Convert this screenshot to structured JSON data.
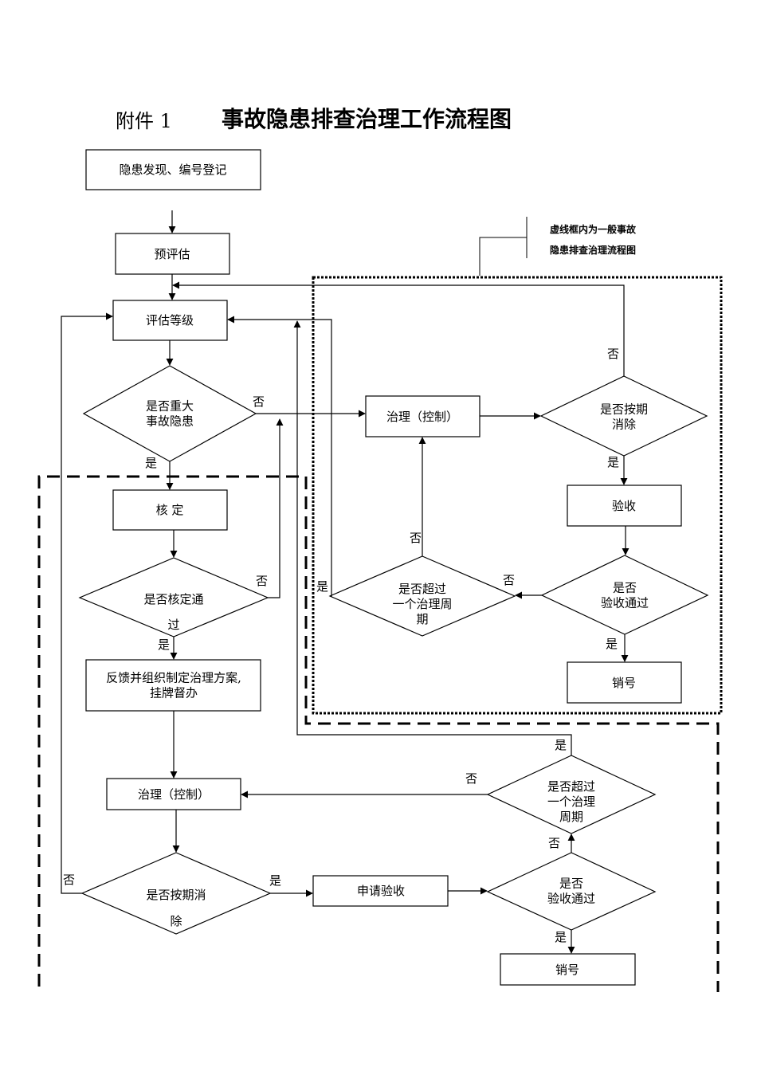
{
  "header": {
    "attachment": "附件 1",
    "title": "事故隐患排查治理工作流程图"
  },
  "note": {
    "line1": "虚线框内为一般事故",
    "line2": "隐患排查治理流程图"
  },
  "nodes": {
    "discover": [
      "隐患发现、编号登记"
    ],
    "pre_assess": [
      "预评估"
    ],
    "assess_level": [
      "评估等级"
    ],
    "is_major": [
      "是否重大",
      "事故隐患"
    ],
    "verify": [
      "核 定"
    ],
    "verify_pass": [
      "是否核定通"
    ],
    "verify_pass_tail": "过",
    "feedback": [
      "反馈并组织制定治理方案,",
      "挂牌督办"
    ],
    "govern_major": [
      "治理（控制）"
    ],
    "on_time_major": [
      "是否按期消"
    ],
    "on_time_major_tail": "除",
    "apply_accept": [
      "申请验收"
    ],
    "accept_pass_major": [
      "是否",
      "验收通过"
    ],
    "overdue_major": [
      "是否超过",
      "一个治理",
      "周期"
    ],
    "cancel_major": [
      "销号"
    ],
    "govern_general": [
      "治理（控制）"
    ],
    "on_time_general": [
      "是否按期",
      "消除"
    ],
    "accept_general": [
      "验收"
    ],
    "accept_pass_general": [
      "是否",
      "验收通过"
    ],
    "overdue_general": [
      "是否超过",
      "一个治理周",
      "期"
    ],
    "cancel_general": [
      "销号"
    ]
  },
  "edge_labels": {
    "major_no": "否",
    "major_yes": "是",
    "verify_no": "否",
    "verify_yes": "是",
    "ontime_general_no": "否",
    "ontime_general_yes": "是",
    "accept_general_no": "否",
    "accept_general_yes": "是",
    "overdue_general_no": "否",
    "overdue_general_yes": "是",
    "ontime_major_no": "否",
    "ontime_major_yes": "是",
    "accept_major_no": "否",
    "accept_major_yes": "是",
    "overdue_major_no": "否",
    "overdue_major_yes": "是"
  }
}
